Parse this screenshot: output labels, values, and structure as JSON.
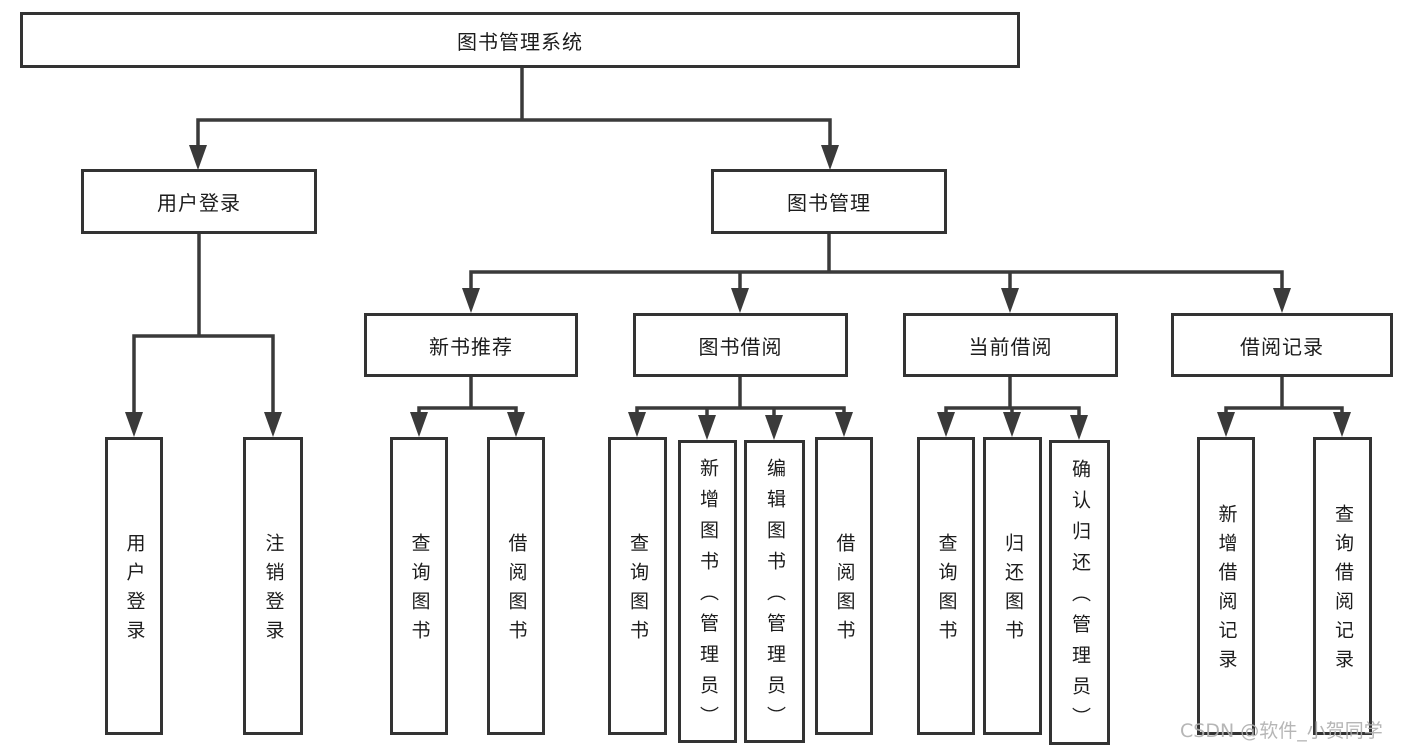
{
  "title": "图书管理系统",
  "colors": {
    "line": "#3a3a3a",
    "border": "#333333",
    "text": "#1c1c1c",
    "watermark": "#b0b0b0"
  },
  "watermark": {
    "text": "CSDN @软件_小贺同学"
  },
  "tree": {
    "root": {
      "label": "图书管理系统",
      "children": [
        {
          "label": "用户登录",
          "children": [
            {
              "label": "用户登录"
            },
            {
              "label": "注销登录"
            }
          ]
        },
        {
          "label": "图书管理",
          "children": [
            {
              "label": "新书推荐",
              "children": [
                {
                  "label": "查询图书"
                },
                {
                  "label": "借阅图书"
                }
              ]
            },
            {
              "label": "图书借阅",
              "children": [
                {
                  "label": "查询图书"
                },
                {
                  "label": "新增图书（管理员）"
                },
                {
                  "label": "编辑图书（管理员）"
                },
                {
                  "label": "借阅图书"
                }
              ]
            },
            {
              "label": "当前借阅",
              "children": [
                {
                  "label": "查询图书"
                },
                {
                  "label": "归还图书"
                },
                {
                  "label": "确认归还（管理员）"
                }
              ]
            },
            {
              "label": "借阅记录",
              "children": [
                {
                  "label": "新增借阅记录"
                },
                {
                  "label": "查询借阅记录"
                }
              ]
            }
          ]
        }
      ]
    }
  }
}
